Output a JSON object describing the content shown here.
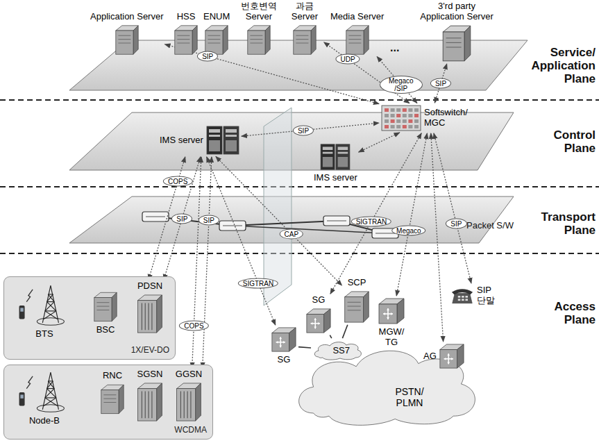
{
  "diagram": {
    "nodes": [
      {
        "text": [
          "Application Server"
        ]
      },
      {
        "text": [
          "HSS"
        ]
      },
      {
        "text": [
          "ENUM"
        ]
      },
      {
        "text": [
          "번호변역 Server"
        ]
      },
      {
        "text": [
          "과금 Server"
        ]
      },
      {
        "text": [
          "Media Server"
        ]
      },
      {
        "text": [
          "3'rd party Application Server"
        ]
      },
      {
        "text": [
          "IMS server"
        ]
      },
      {
        "text": [
          "Softswitch/ MGC"
        ]
      },
      {
        "text": [
          "IMS server"
        ]
      },
      {
        "text": [
          "1X/EV-DO"
        ]
      },
      {
        "text": [
          "BTS"
        ],
        "in": 10
      },
      {
        "text": [
          "BSC"
        ],
        "in": 10
      },
      {
        "text": [
          "PDSN"
        ],
        "in": 10
      },
      {
        "text": [
          "WCDMA"
        ]
      },
      {
        "text": [
          "Node-B"
        ],
        "in": 14
      },
      {
        "text": [
          "RNC"
        ],
        "in": 14
      },
      {
        "text": [
          "SGSN"
        ],
        "in": 14
      },
      {
        "text": [
          "GGSN"
        ],
        "in": 14
      },
      {
        "text": [
          "SG"
        ]
      },
      {
        "text": [
          "SG"
        ]
      },
      {
        "text": [
          "SCP"
        ]
      },
      {
        "text": [
          "MGW/ TG"
        ]
      },
      {
        "text": [
          "AG"
        ]
      },
      {
        "text": [
          "SIP 단말"
        ]
      },
      {
        "text": [
          "PSTN/ PLMN"
        ]
      },
      {
        "text": [
          "SS7"
        ]
      }
    ],
    "edges": [
      {
        "from": 8,
        "to": 0,
        "label": "SIP",
        "arrow": "both"
      },
      {
        "from": 8,
        "to": 4,
        "label": "UDP",
        "arrow": "both"
      },
      {
        "from": 8,
        "to": 5,
        "label": "Megaco /SIP",
        "arrow": "both"
      },
      {
        "from": 8,
        "to": 6,
        "label": "SIP",
        "arrow": "both"
      },
      {
        "from": 7,
        "to": 8,
        "label": "SIP",
        "arrow": "both"
      },
      {
        "from": 9,
        "to": 8,
        "arrow": "both"
      },
      {
        "from": 7,
        "to": 13,
        "label": "COPS",
        "arrow": "both"
      },
      {
        "from": 7,
        "to": 13,
        "label": "SIP",
        "arrow": "both"
      },
      {
        "from": 7,
        "to": 18,
        "label": "SIP",
        "arrow": "both"
      },
      {
        "from": 7,
        "to": 18,
        "label": "COPS",
        "arrow": "both"
      },
      {
        "from": 7,
        "to": 19,
        "label": "SIGTRAN",
        "arrow": "both"
      },
      {
        "from": 7,
        "to": 21,
        "label": "CAP",
        "arrow": "both"
      },
      {
        "from": 8,
        "to": 20,
        "label": "SIGTRAN",
        "arrow": "both"
      },
      {
        "from": 8,
        "to": 22,
        "label": "Megaco",
        "arrow": "both"
      },
      {
        "from": 8,
        "to": 24,
        "label": "SIP",
        "arrow": "both"
      },
      {
        "from": 8,
        "to": 23,
        "arrow": "both"
      },
      {
        "from": 11,
        "to": 12,
        "arrow": "none"
      },
      {
        "from": 12,
        "to": 13,
        "arrow": "none"
      },
      {
        "from": 15,
        "to": 16,
        "arrow": "none"
      },
      {
        "from": 16,
        "to": 17,
        "arrow": "none"
      },
      {
        "from": 17,
        "to": 18,
        "arrow": "none"
      },
      {
        "from": 19,
        "to": 26,
        "arrow": "none"
      },
      {
        "from": 20,
        "to": 26,
        "arrow": "none"
      },
      {
        "from": 21,
        "to": 26,
        "arrow": "none"
      }
    ],
    "labels": [
      "Service/ Application Plane",
      "Control Plane",
      "Transport Plane",
      "Access Plane",
      "Packet S/W",
      "..."
    ]
  }
}
